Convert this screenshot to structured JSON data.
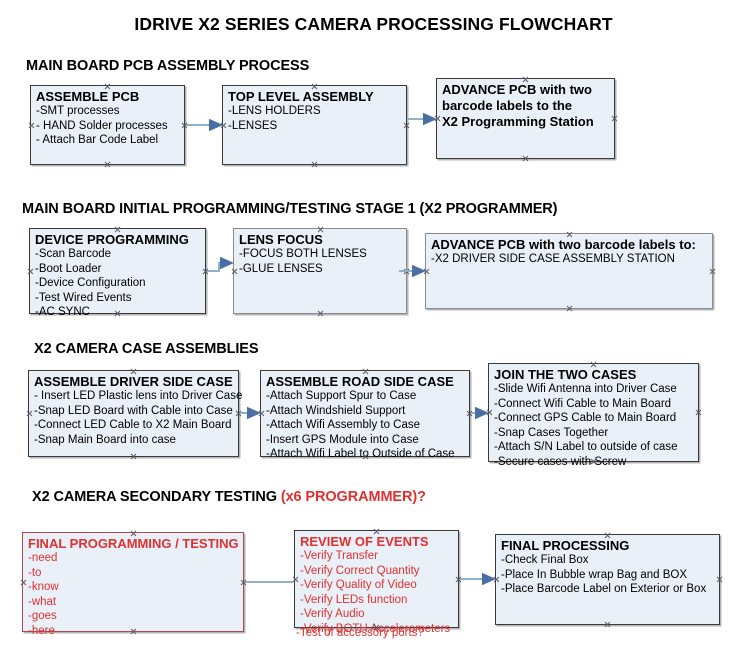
{
  "title": "IDRIVE X2  SERIES CAMERA PROCESSING FLOWCHART",
  "colors": {
    "node_fill": "#EAF0F8",
    "node_border": "#8a8a8a",
    "accent_red": "#E03030",
    "connector": "#8fb0cc",
    "arrowhead": "#4a6fa5",
    "text": "#000000"
  },
  "sections": [
    {
      "id": "main-board-pcb-assembly-process",
      "header": "MAIN BOARD PCB ASSEMBLY PROCESS",
      "header_accent": "",
      "nodes": [
        {
          "id": "assemble-pcb",
          "title": "ASSEMBLE PCB",
          "lines": [
            "-SMT processes",
            "- HAND Solder processes",
            "- Attach Bar Code Label"
          ]
        },
        {
          "id": "top-level-assembly",
          "title": "TOP LEVEL ASSEMBLY",
          "lines": [
            "-LENS HOLDERS",
            "-LENSES"
          ]
        },
        {
          "id": "advance-pcb-to-x2-programming-station",
          "title": "",
          "lines": [
            "ADVANCE PCB with two",
            "barcode labels to the",
            " X2 Programming Station"
          ]
        }
      ]
    },
    {
      "id": "main-board-initial-programming-testing-stage-1",
      "header": "MAIN BOARD INITIAL PROGRAMMING/TESTING STAGE 1 (X2 PROGRAMMER)",
      "header_accent": "",
      "nodes": [
        {
          "id": "device-programming",
          "title": "DEVICE PROGRAMMING",
          "lines": [
            "-Scan Barcode",
            "-Boot Loader",
            "-Device Configuration",
            "-Test Wired Events",
            "-AC SYNC"
          ]
        },
        {
          "id": "lens-focus",
          "title": "LENS FOCUS",
          "lines": [
            "-FOCUS BOTH LENSES",
            "-GLUE LENSES"
          ]
        },
        {
          "id": "advance-pcb-to-driver-side-case-assembly-station",
          "title": "ADVANCE PCB with two barcode labels to:",
          "lines": [
            "-X2 DRIVER  SIDE  CASE  ASSEMBLY STATION"
          ]
        }
      ]
    },
    {
      "id": "x2-camera-case-assemblies",
      "header": "X2 CAMERA CASE ASSEMBLIES",
      "header_accent": "",
      "nodes": [
        {
          "id": "assemble-driver-side-case",
          "title": "ASSEMBLE DRIVER SIDE CASE",
          "lines": [
            "- Insert LED Plastic lens into Driver Case",
            "-Snap LED Board with Cable into Case",
            "-Connect LED Cable to X2 Main Board",
            "-Snap Main Board into case"
          ]
        },
        {
          "id": "assemble-road-side-case",
          "title": "ASSEMBLE ROAD SIDE CASE",
          "lines": [
            "-Attach Support Spur to Case",
            "-Attach Windshield Support",
            "-Attach Wifi Assembly to Case",
            "-Insert GPS Module into Case",
            "-Attach Wifi Label to Outside of Case"
          ]
        },
        {
          "id": "join-the-two-cases",
          "title": "JOIN THE TWO CASES",
          "lines": [
            "-Slide Wifi Antenna into Driver Case",
            "-Connect Wifi Cable to Main Board",
            "-Connect GPS Cable to Main Board",
            "-Snap Cases Together",
            "-Attach S/N Label to outside of case",
            "-Secure cases with Screw"
          ]
        }
      ]
    },
    {
      "id": "x2-camera-secondary-testing",
      "header": "X2 CAMERA SECONDARY TESTING ",
      "header_accent": "(x6 PROGRAMMER)?",
      "nodes": [
        {
          "id": "final-programming-testing",
          "title": "FINAL PROGRAMMING / TESTING",
          "lines": [
            "-need",
            "-to",
            "-know",
            "-what",
            "-goes",
            "-here"
          ]
        },
        {
          "id": "review-of-events",
          "title": "REVIEW OF EVENTS",
          "lines": [
            "-Verify Transfer",
            "-Verify Correct Quantity",
            "-Verify Quality of Video",
            "-Verify LEDs function",
            "-Verify Audio",
            "-Verify BOTH Accelerometers"
          ],
          "overflow_line": "-Test of accessory ports?"
        },
        {
          "id": "final-processing",
          "title": "FINAL PROCESSING",
          "lines": [
            " -Check Final Box",
            "-Place In Bubble wrap Bag and BOX",
            "-Place Barcode Label on Exterior or Box"
          ]
        }
      ]
    }
  ]
}
